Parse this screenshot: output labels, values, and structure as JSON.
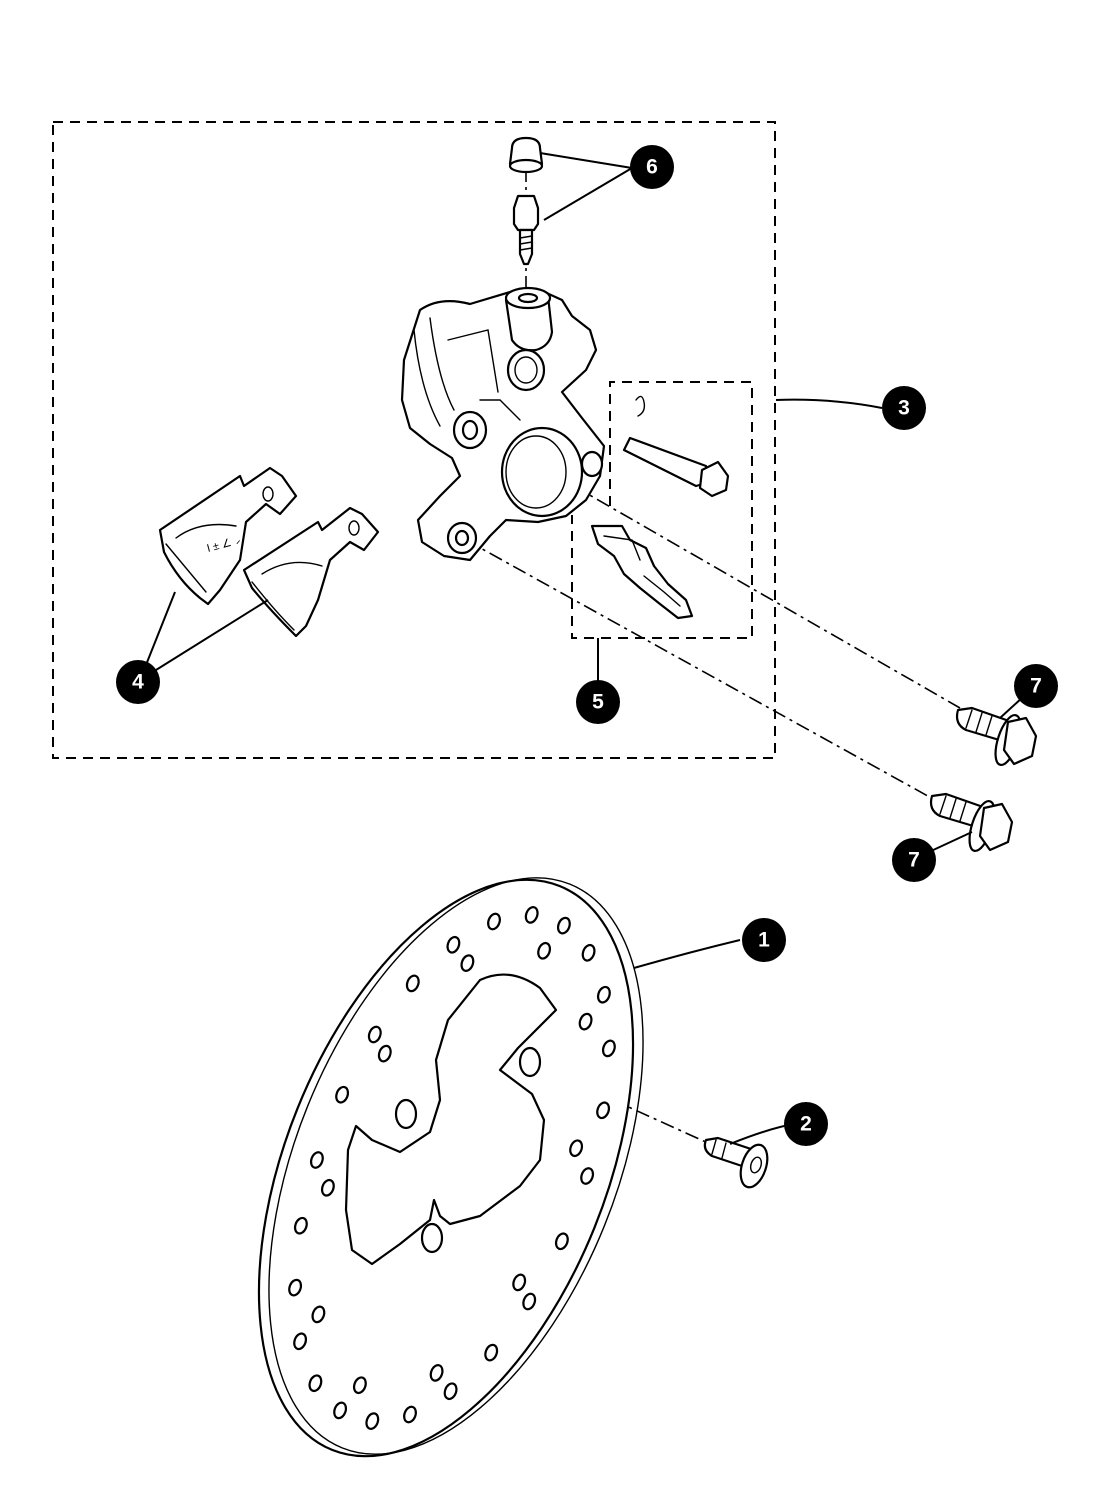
{
  "colors": {
    "line": "#000000",
    "background": "#ffffff",
    "callout_fill": "#000000",
    "callout_text": "#ffffff"
  },
  "callouts": [
    {
      "id": "c1",
      "label": "1",
      "part": "brake-disc"
    },
    {
      "id": "c2",
      "label": "2",
      "part": "disc-screw"
    },
    {
      "id": "c3",
      "label": "3",
      "part": "caliper-assembly"
    },
    {
      "id": "c4",
      "label": "4",
      "part": "brake-pads"
    },
    {
      "id": "c5",
      "label": "5",
      "part": "pin-and-spring-kit"
    },
    {
      "id": "c6",
      "label": "6",
      "part": "bleed-valve-and-cap"
    },
    {
      "id": "c7a",
      "label": "7",
      "part": "caliper-bolt-upper"
    },
    {
      "id": "c7b",
      "label": "7",
      "part": "caliper-bolt-lower"
    }
  ]
}
